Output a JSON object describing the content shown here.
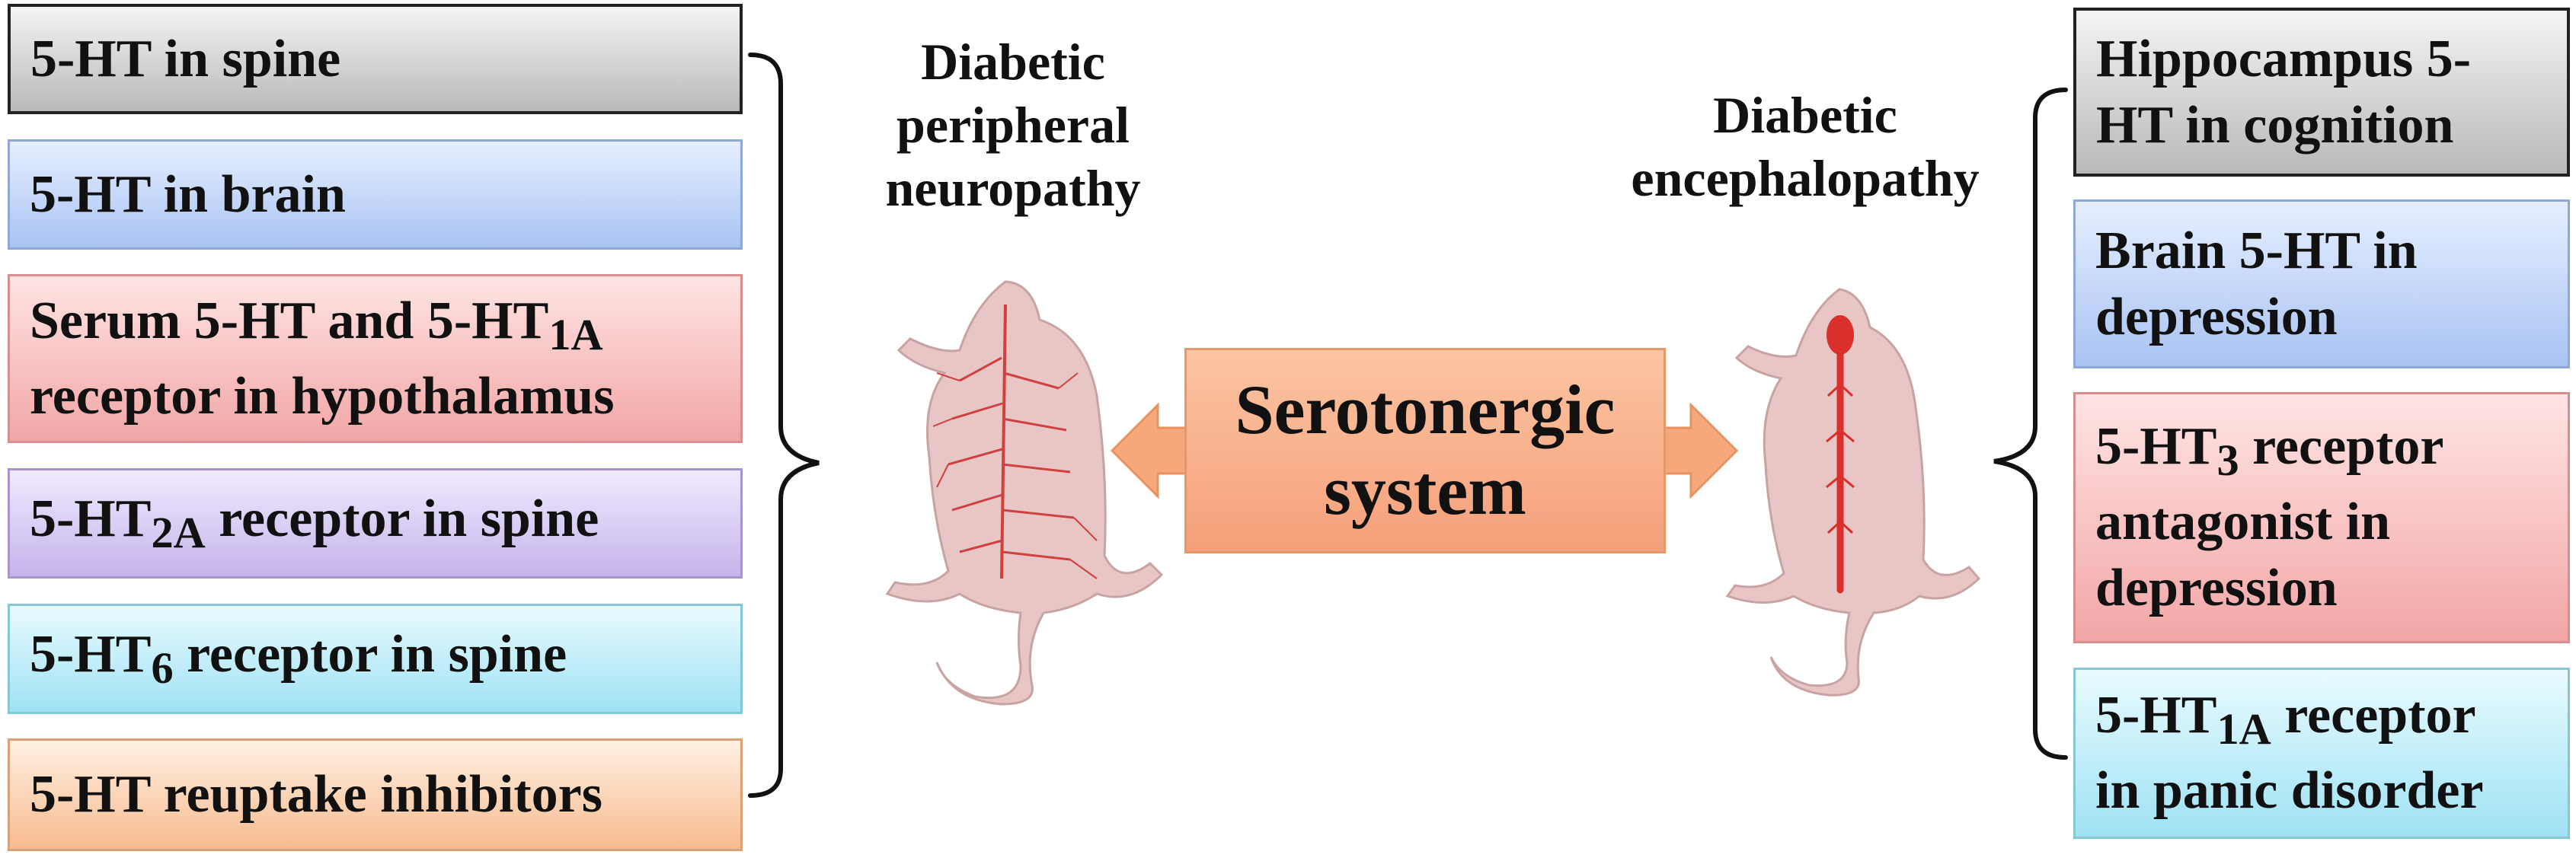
{
  "left_column": {
    "boxes": [
      {
        "text": "5-HT in spine",
        "color": "gray"
      },
      {
        "text": "5-HT in brain",
        "color": "blue"
      },
      {
        "line1": "Serum 5-HT and 5-HT",
        "line1_sub": "1A",
        "line2": "receptor in hypothalamus",
        "color": "pink"
      },
      {
        "pre": "5-HT",
        "sub": "2A",
        "post": " receptor in spine",
        "color": "purple"
      },
      {
        "pre": "5-HT",
        "sub": "6",
        "post": " receptor in spine",
        "color": "cyan"
      },
      {
        "text": "5-HT reuptake inhibitors",
        "color": "orange"
      }
    ]
  },
  "right_column": {
    "boxes": [
      {
        "line1": "Hippocampus 5-",
        "line2": "HT in cognition",
        "color": "gray"
      },
      {
        "line1": "Brain 5-HT in",
        "line2": "depression",
        "color": "blue"
      },
      {
        "line1_pre": "5-HT",
        "line1_sub": "3",
        "line1_post": " receptor",
        "line2": "antagonist in",
        "line3": "depression",
        "color": "pink"
      },
      {
        "line1_pre": "5-HT",
        "line1_sub": "1A",
        "line1_post": " receptor",
        "line2": "in panic disorder",
        "color": "cyan"
      }
    ]
  },
  "labels": {
    "left_condition": [
      "Diabetic",
      "peripheral",
      "neuropathy"
    ],
    "right_condition": [
      "Diabetic",
      "encephalopathy"
    ]
  },
  "center": {
    "line1": "Serotonergic",
    "line2": "system"
  },
  "colors": {
    "arrow": "#f6a77c",
    "rat_body": "#e8c6c6",
    "rat_nerves": "#d04040",
    "brace": "#111111"
  },
  "icons": [
    "rat-nerves-illustration",
    "rat-spinal-cord-illustration"
  ]
}
